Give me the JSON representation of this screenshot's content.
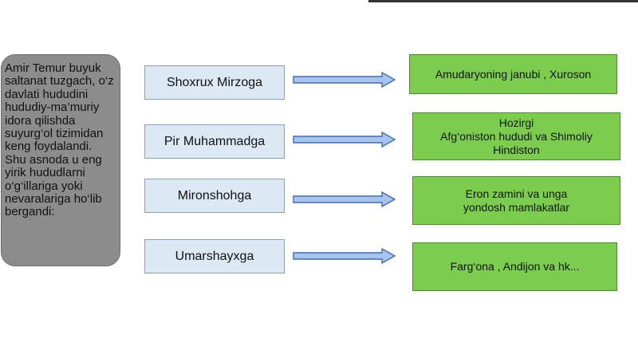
{
  "intro_text": "Amir Temur buyuk saltanat tuzgach, o‘z davlati hududini hududiy-ma’muriy idora qilishda suyurg‘ol tizimidan keng foydalandi. Shu asnoda u eng yirik hududlarni o‘g‘illariga yoki nevaralariga ho‘lib bergandi:",
  "rows": [
    {
      "name": "Shoxrux Mirzoga",
      "region": "Amudaryoning janubi , Xuroson"
    },
    {
      "name": "Pir Muhammadga",
      "region": "Hozirgi\nAfg‘oniston hududi va Shimoliy\nHindiston"
    },
    {
      "name": "Mironshohga",
      "region": "Eron zamini va unga\nyondosh mamlakatlar"
    },
    {
      "name": "Umarshayxga",
      "region": "Farg‘ona , Andijon va hk..."
    }
  ],
  "colors": {
    "intro_fill": "#8c8c8c",
    "name_fill": "#dde8f5",
    "arrow_fill": "#a9c4ec",
    "region_fill": "#7ccc4e"
  }
}
